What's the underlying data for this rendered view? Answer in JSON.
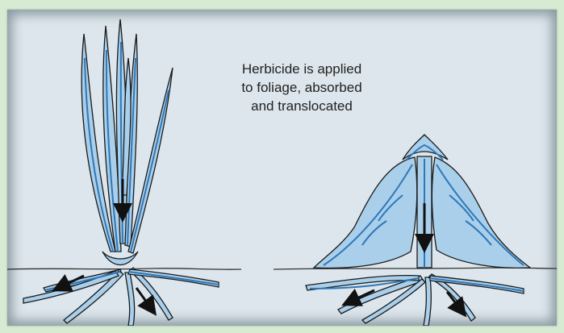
{
  "caption": {
    "lines": [
      "Herbicide is applied",
      "to foliage, absorbed",
      "and translocated"
    ]
  },
  "colors": {
    "plant_fill": "#a9cfea",
    "vein": "#2f77b8",
    "outline": "#1a1a1a",
    "arrow": "#111111",
    "panel_background": "#dde6ec",
    "frame": "#d7ead2"
  },
  "icons": {
    "grass_plant": "grass-plant-illustration",
    "broadleaf_plant": "broadleaf-plant-illustration",
    "arrow": "downward-arrow"
  }
}
